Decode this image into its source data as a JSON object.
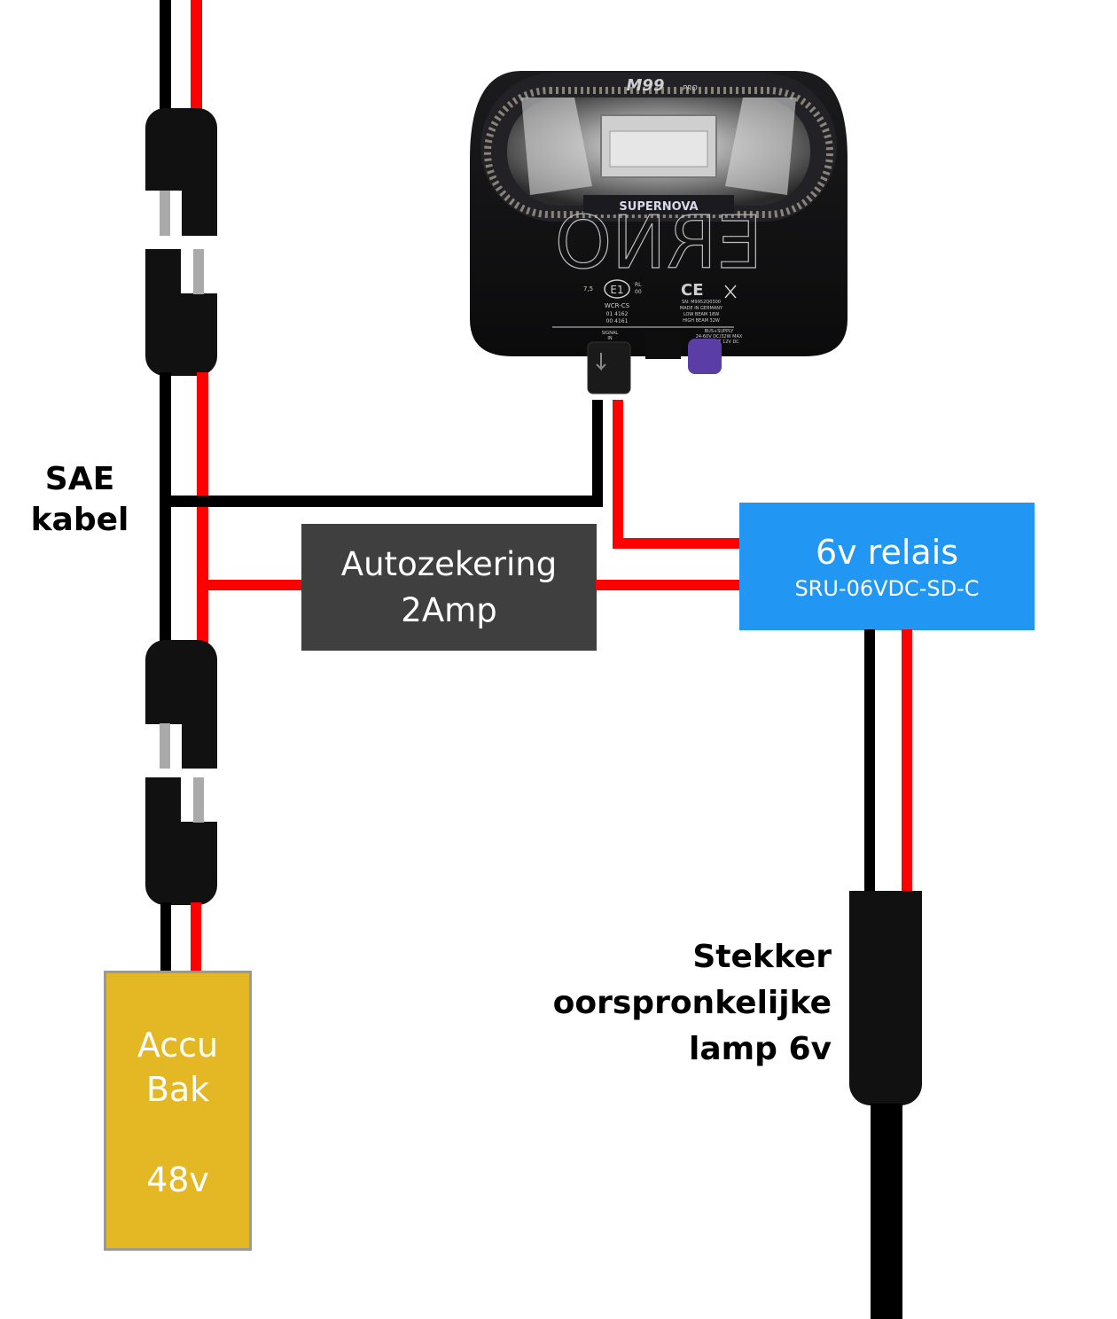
{
  "diagram": {
    "colors": {
      "positive_wire": "#ff0000",
      "negative_wire": "#000000",
      "connector": "#111111",
      "connector_pin": "#aaaaaa",
      "fuse_box": "#3f3f3f",
      "relay_box": "#2196f3",
      "battery_box": "#e3b824",
      "battery_border": "#999999"
    },
    "labels": {
      "sae_cable": [
        "SAE",
        "kabel"
      ],
      "original_plug": [
        "Stekker",
        "oorspronkelijke",
        "lamp 6v"
      ]
    },
    "fuse": {
      "line1": "Autozekering",
      "line2": "2Amp"
    },
    "relay": {
      "line1": "6v relais",
      "line2": "SRU-06VDC-SD-C"
    },
    "battery": {
      "line1": "Accu",
      "line2": "Bak",
      "voltage": "48v"
    },
    "lamp": {
      "model": "M99",
      "model_suffix": "PRO",
      "brand": "SUPERNOVA",
      "housing_text": "ERNO",
      "mark_left": "7,5",
      "mark_e1": "E1",
      "mark_rl": "RL",
      "mark_rl2": "00",
      "mark_wcr": "WCR-CS",
      "code1": "01 4162",
      "code2": "00 4161",
      "ce": "CE",
      "serial": "SN: M9952Q0300",
      "made_in": "MADE IN GERMANY",
      "low_beam": "LOW BEAM 18W",
      "high_beam": "HIGH BEAM 32W",
      "signal_in_1": "SIGNAL",
      "signal_in_2": "IN",
      "bus_supply": "BUS+SUPPLY",
      "supply_range": "24-60V DC/32W MAX",
      "taillight": "TAILLIGHT 12V DC"
    }
  }
}
